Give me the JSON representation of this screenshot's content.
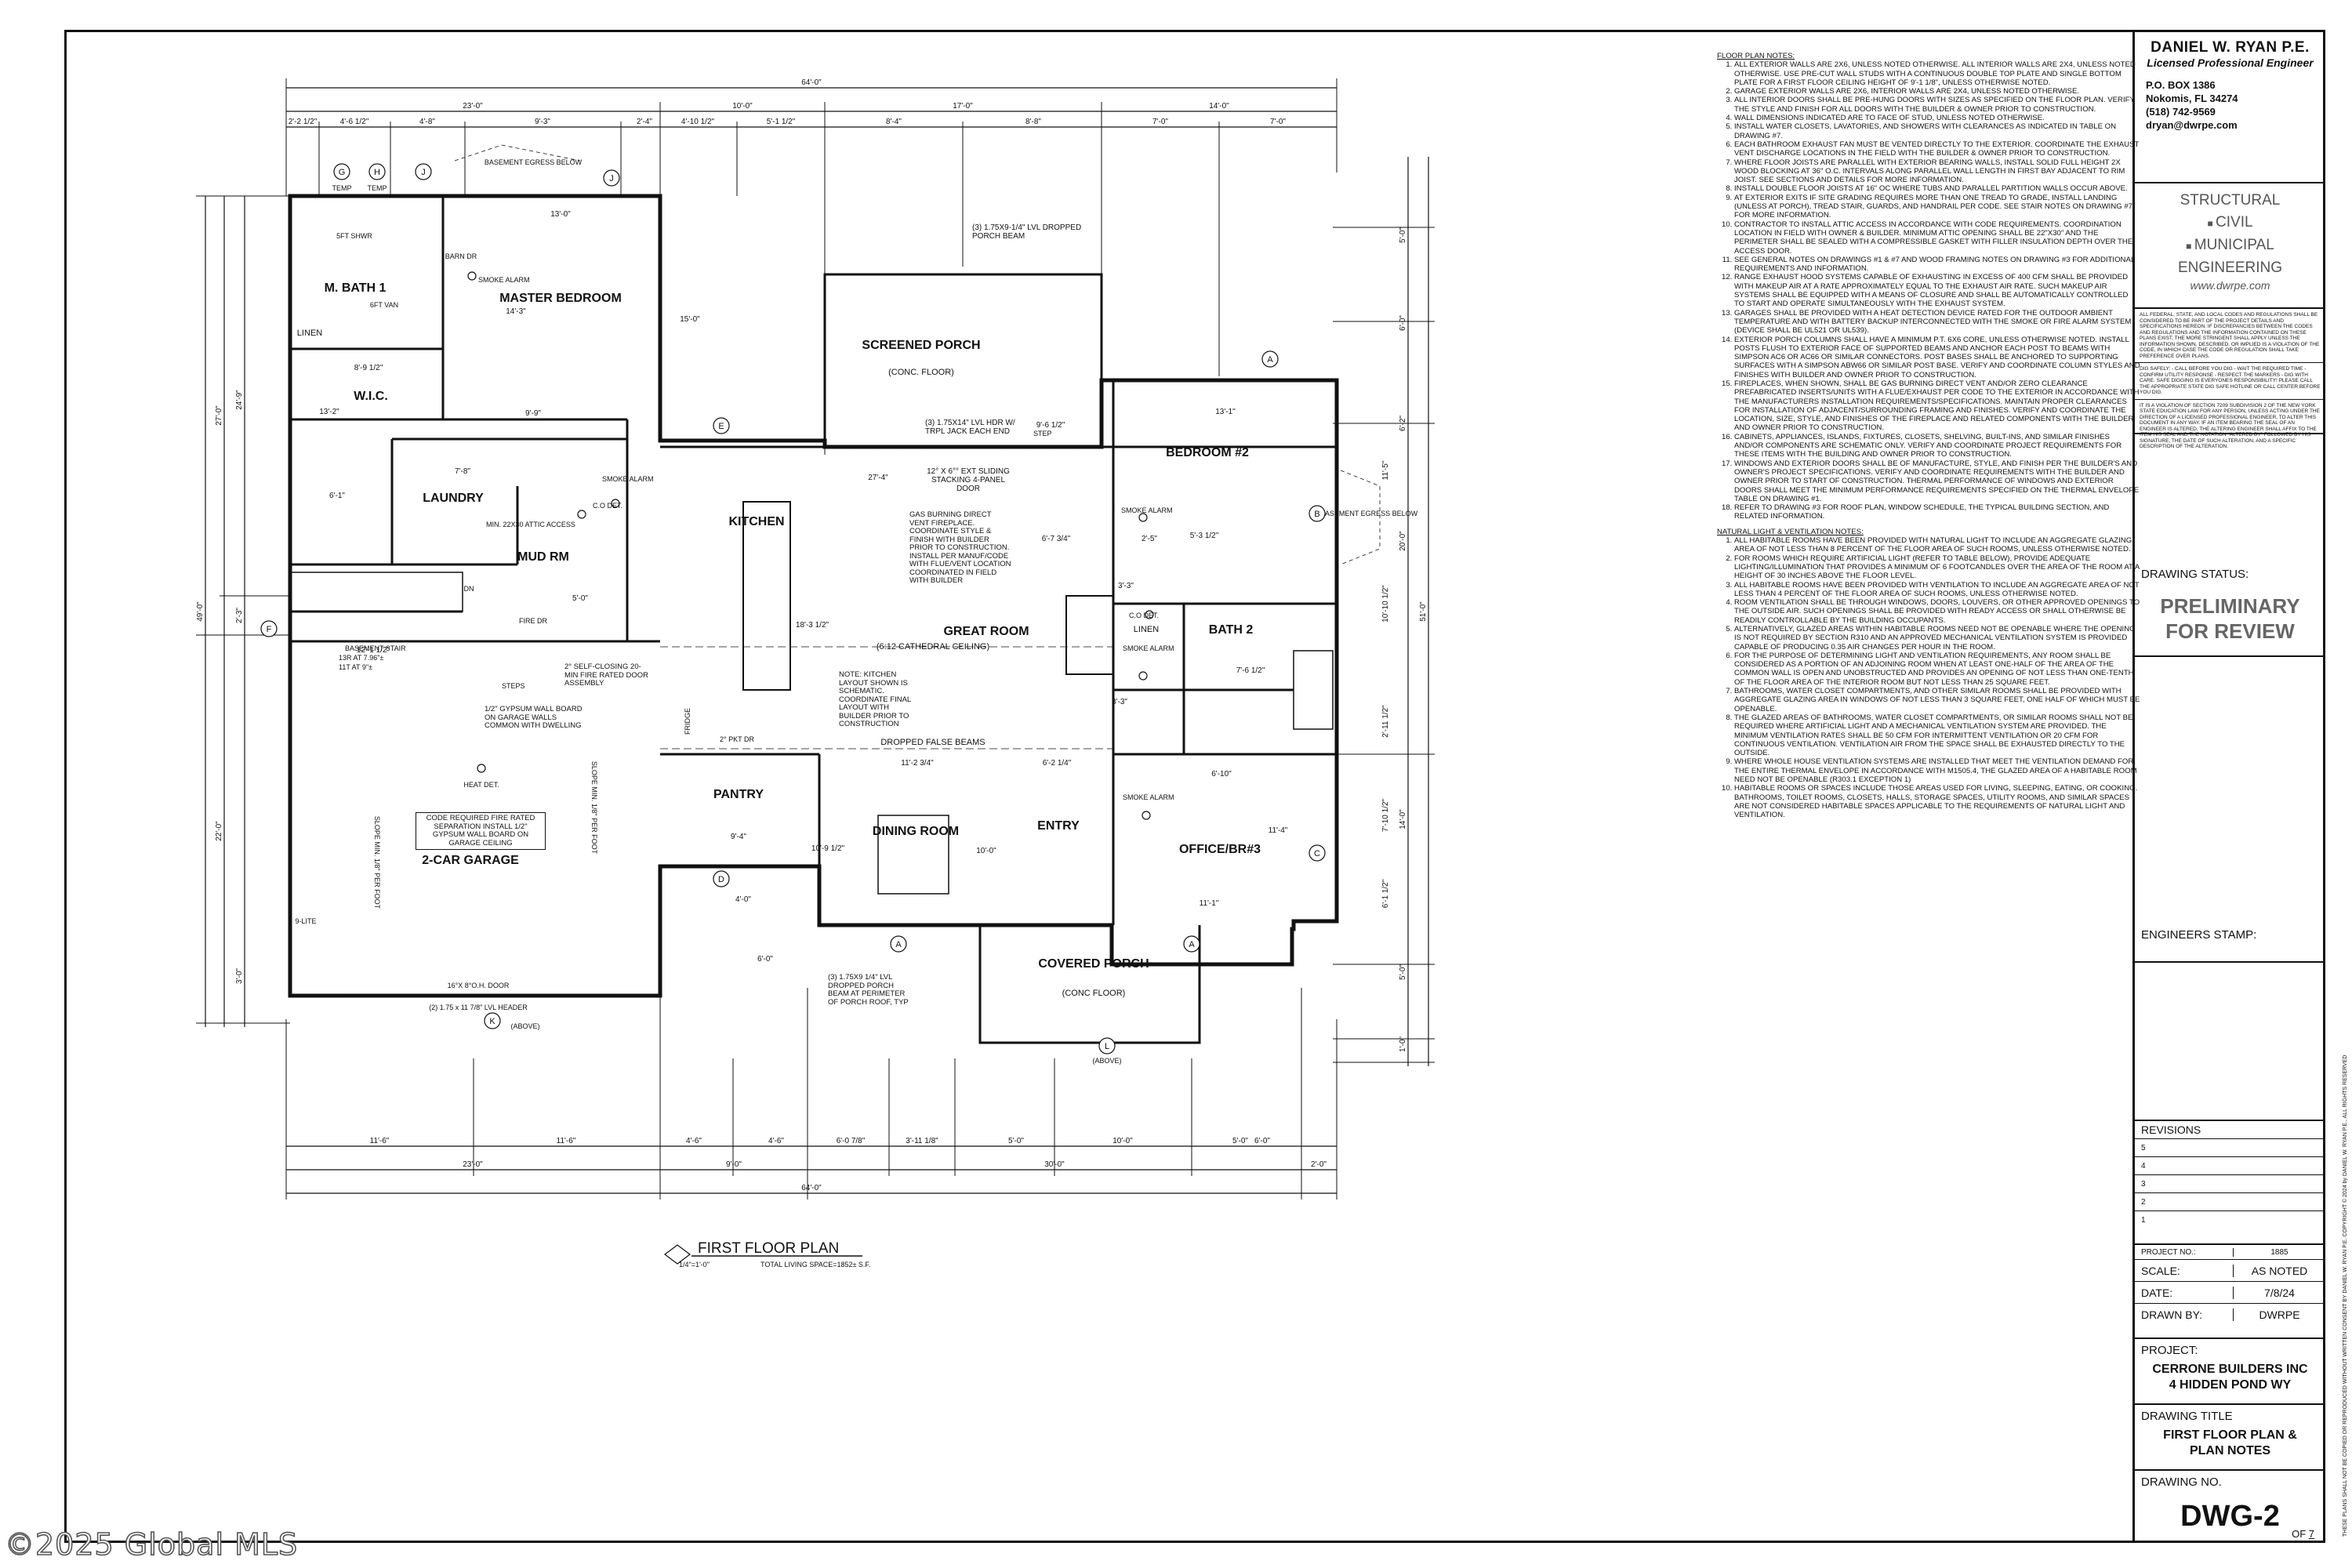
{
  "plan": {
    "rooms": {
      "master_bath": "M. BATH 1",
      "master_bedroom": "MASTER BEDROOM",
      "wic": "W.I.C.",
      "laundry": "LAUNDRY",
      "mud_room": "MUD RM",
      "kitchen": "KITCHEN",
      "great_room": "GREAT ROOM",
      "screened_porch": "SCREENED PORCH",
      "bedroom2": "BEDROOM #2",
      "bath2": "BATH 2",
      "office": "OFFICE/BR#3",
      "pantry": "PANTRY",
      "dining": "DINING ROOM",
      "entry": "ENTRY",
      "garage": "2-CAR GARAGE",
      "covered_porch": "COVERED PORCH",
      "linen1": "LINEN",
      "linen2": "LINEN"
    },
    "labels": {
      "conc_floor1": "(CONC. FLOOR)",
      "conc_floor2": "(CONC FLOOR)",
      "cathedral": "(6:12 CATHEDRAL CEILING)",
      "false_beams": "DROPPED FALSE BEAMS",
      "sliding_door": "12° X 6°° EXT SLIDING STACKING 4-PANEL DOOR",
      "porch_beam": "(3) 1.75X9-1/4\" LVL DROPPED PORCH BEAM",
      "hdr": "(3) 1.75X14\" LVL HDR W/ TRPL JACK EACH END",
      "fireplace": "GAS BURNING DIRECT VENT FIREPLACE. COORDINATE STYLE & FINISH WITH BUILDER PRIOR TO CONSTRUCTION. INSTALL PER MANUF/CODE WITH FLUE/VENT LOCATION COORDINATED IN FIELD WITH BUILDER",
      "kitchen_note": "NOTE: KITCHEN LAYOUT SHOWN IS SCHEMATIC. COORDINATE FINAL LAYOUT WITH BUILDER PRIOR TO CONSTRUCTION",
      "fire_sep": "CODE REQUIRED FIRE RATED SEPARATION INSTALL 1/2\" GYPSUM WALL BOARD ON GARAGE CEILING",
      "gypsum": "1/2\" GYPSUM WALL BOARD ON GARAGE WALLS COMMON WITH DWELLING",
      "self_closing": "2° SELF-CLOSING 20-MIN FIRE RATED DOOR ASSEMBLY",
      "basement_stair": "BASEMENT STAIR",
      "stair_spec1": "13R AT 7.96\"±",
      "stair_spec2": "11T AT 9\"±",
      "slope": "SLOPE MIN. 1/8\" PER FOOT",
      "oh_door": "16°X 8°O.H. DOOR",
      "lvl_header": "(2) 1.75 x 11 7/8\" LVL HEADER",
      "porch_beam2": "(3) 1.75X9 1/4\" LVL DROPPED PORCH BEAM AT PERIMETER OF PORCH ROOF, TYP",
      "attic": "MIN. 22X30 ATTIC ACCESS",
      "basement_egress": "BASEMENT EGRESS BELOW",
      "smoke": "SMOKE ALARM",
      "co": "C.O DET.",
      "heat_det": "HEAT DET.",
      "fridge": "FRIDGE",
      "pkt_dr": "2° PKT DR",
      "fire_dr": "FIRE DR",
      "barn_dr": "BARN DR",
      "sft_shwr": "5FT SHWR",
      "six_ft_van": "6FT VAN",
      "above": "(ABOVE)",
      "step": "STEP",
      "steps": "STEPS",
      "lite": "9-LITE",
      "dn": "DN"
    },
    "dims": {
      "top_overall": "64'-0\"",
      "bottom_overall": "64'-0\"",
      "top_row": [
        "23'-0\"",
        "10'-0\"",
        "17'-0\"",
        "14'-0\""
      ],
      "top_detail": [
        "2'-2 1/2\"",
        "4'-6 1/2\"",
        "4'-8\"",
        "9'-3\"",
        "2'-4\"",
        "4'-10 1/2\"",
        "5'-1 1/2\"",
        "8'-4\"",
        "8'-8\"",
        "7'-0\"",
        "7'-0\""
      ],
      "bottom_row": [
        "23'-0\"",
        "9'-0\"",
        "30'-0\"",
        "2'-0\""
      ],
      "bottom_detail": [
        "11'-6\"",
        "11'-6\"",
        "4'-6\"",
        "4'-6\"",
        "6'-0 7/8\"",
        "3'-11 1/8\"",
        "5'-0\"",
        "10'-0\"",
        "5'-0\"",
        "6'-0\""
      ],
      "left_overall": "49'-0\"",
      "left_row": [
        "27'-0\"",
        "22'-0\""
      ],
      "left_detail": [
        "24'-9\"",
        "2'-3\"",
        "3'-0\""
      ],
      "right_overall": "51'-0\"",
      "right_row": [
        "5'-0\"",
        "6'-0\"",
        "6'-2\"",
        "20'-0\"",
        "14'-0\"",
        "5'-0\"",
        "1'-0\""
      ],
      "right_detail": [
        "11'-5\"",
        "10'-10 1/2\"",
        "2'-11 1/2\"",
        "7'-10 1/2\"",
        "6'-1 1/2\""
      ],
      "interior": [
        "13'-0\"",
        "13'-1\"",
        "27'-4\"",
        "18'-3 1/2\"",
        "11'-2 3/4\"",
        "6'-2 1/4\"",
        "10'-9 1/2\"",
        "11'-1\"",
        "9'-4\"",
        "12'-1 1/2\"",
        "14'-3\"",
        "8'-9 1/2\"",
        "13'-2\"",
        "6'-1\"",
        "7'-8\"",
        "5'-0\"",
        "9'-9\"",
        "5'-3 1/2\"",
        "6'-10\"",
        "7'-6 1/2\"",
        "9'-6 1/2\"",
        "10'-0\"",
        "11'-4\"",
        "15'-0\"",
        "6'-7 3/4\"",
        "2'-5\"",
        "3'-3\"",
        "4'-0\"",
        "6'-0\"",
        "8'-3\""
      ],
      "marker_letters": [
        "G",
        "H",
        "J",
        "J",
        "E",
        "A",
        "B",
        "C",
        "F",
        "D",
        "A",
        "A",
        "K",
        "L"
      ],
      "marker_temp": "TEMP",
      "first_floor": "FIRST FLOOR PLAN",
      "scale": "1/4\"=1'-0\"",
      "living_space": "TOTAL LIVING SPACE=1852± S.F."
    }
  },
  "notes": {
    "floor_title": "FLOOR PLAN NOTES:",
    "floor": [
      "ALL EXTERIOR WALLS ARE 2X6, UNLESS NOTED OTHERWISE. ALL INTERIOR WALLS ARE 2X4, UNLESS NOTED OTHERWISE. USE PRE-CUT WALL STUDS WITH A CONTINUOUS DOUBLE TOP PLATE AND SINGLE BOTTOM PLATE FOR A FIRST FLOOR CEILING HEIGHT OF 9'-1 1/8\", UNLESS OTHERWISE NOTED.",
      "GARAGE EXTERIOR WALLS ARE 2X6, INTERIOR WALLS ARE 2X4, UNLESS NOTED OTHERWISE.",
      "ALL INTERIOR DOORS SHALL BE PRE-HUNG DOORS WITH SIZES AS SPECIFIED ON THE FLOOR PLAN. VERIFY THE STYLE AND FINISH FOR ALL DOORS WITH THE BUILDER & OWNER PRIOR TO CONSTRUCTION.",
      "WALL DIMENSIONS INDICATED ARE TO FACE OF STUD, UNLESS NOTED OTHERWISE.",
      "INSTALL WATER CLOSETS, LAVATORIES, AND SHOWERS WITH CLEARANCES AS INDICATED IN TABLE ON DRAWING #7.",
      "EACH BATHROOM EXHAUST FAN MUST BE VENTED DIRECTLY TO THE EXTERIOR. COORDINATE THE EXHAUST VENT DISCHARGE LOCATIONS IN THE FIELD WITH THE BUILDER & OWNER PRIOR TO CONSTRUCTION.",
      "WHERE FLOOR JOISTS ARE PARALLEL WITH EXTERIOR BEARING WALLS, INSTALL SOLID FULL HEIGHT 2X WOOD BLOCKING AT 36\" O.C. INTERVALS ALONG PARALLEL WALL LENGTH IN FIRST BAY ADJACENT TO RIM JOIST. SEE SECTIONS AND DETAILS FOR MORE INFORMATION.",
      "INSTALL DOUBLE FLOOR JOISTS AT 16\" OC WHERE TUBS AND PARALLEL PARTITION WALLS OCCUR ABOVE.",
      "AT EXTERIOR EXITS IF SITE GRADING REQUIRES MORE THAN ONE TREAD TO GRADE, INSTALL LANDING (UNLESS AT PORCH), TREAD STAIR, GUARDS, AND HANDRAIL PER CODE. SEE STAIR NOTES ON DRAWING #7 FOR MORE INFORMATION.",
      "CONTRACTOR TO INSTALL ATTIC ACCESS IN ACCORDANCE WITH CODE REQUIREMENTS. COORDINATION LOCATION IN FIELD WITH OWNER & BUILDER. MINIMUM ATTIC OPENING SHALL BE 22\"X30\" AND THE PERIMETER SHALL BE SEALED WITH A COMPRESSIBLE GASKET WITH FILLER INSULATION DEPTH OVER THE ACCESS DOOR.",
      "SEE GENERAL NOTES ON DRAWINGS #1 & #7 AND WOOD FRAMING NOTES ON DRAWING #3 FOR ADDITIONAL REQUIREMENTS AND INFORMATION.",
      "RANGE EXHAUST HOOD SYSTEMS CAPABLE OF EXHAUSTING IN EXCESS OF 400 CFM SHALL BE PROVIDED WITH MAKEUP AIR AT A RATE APPROXIMATELY EQUAL TO THE EXHAUST AIR RATE. SUCH MAKEUP AIR SYSTEMS SHALL BE EQUIPPED WITH A MEANS OF CLOSURE AND SHALL BE AUTOMATICALLY CONTROLLED TO START AND OPERATE SIMULTANEOUSLY WITH THE EXHAUST SYSTEM.",
      "GARAGES SHALL BE PROVIDED WITH A HEAT DETECTION DEVICE RATED FOR THE OUTDOOR AMBIENT TEMPERATURE AND WITH BATTERY BACKUP INTERCONNECTED WITH THE SMOKE OR FIRE ALARM SYSTEM (DEVICE SHALL BE UL521 OR UL539).",
      "EXTERIOR PORCH COLUMNS SHALL HAVE A MINIMUM P.T. 6X6 CORE, UNLESS OTHERWISE NOTED. INSTALL POSTS FLUSH TO EXTERIOR FACE OF SUPPORTED BEAMS AND ANCHOR EACH POST TO BEAMS WITH SIMPSON AC6 OR AC66 OR SIMILAR CONNECTORS. POST BASES SHALL BE ANCHORED TO SUPPORTING SURFACES WITH A SIMPSON ABW66 OR SIMILAR POST BASE. VERIFY AND COORDINATE COLUMN STYLES AND FINISHES WITH BUILDER AND OWNER PRIOR TO CONSTRUCTION.",
      "FIREPLACES, WHEN SHOWN, SHALL BE GAS BURNING DIRECT VENT AND/OR ZERO CLEARANCE PREFABRICATED INSERTS/UNITS WITH A FLUE/EXHAUST PER CODE TO THE EXTERIOR IN ACCORDANCE WITH THE MANUFACTURERS INSTALLATION REQUIREMENTS/SPECIFICATIONS. MAINTAIN PROPER CLEARANCES FOR INSTALLATION OF ADJACENT/SURROUNDING FRAMING AND FINISHES. VERIFY AND COORDINATE THE LOCATION, SIZE, STYLE, AND FINISHES OF THE FIREPLACE AND RELATED COMPONENTS WITH THE BUILDER AND OWNER PRIOR TO CONSTRUCTION.",
      "CABINETS, APPLIANCES, ISLANDS, FIXTURES, CLOSETS, SHELVING, BUILT-INS, AND SIMILAR FINISHES AND/OR COMPONENTS ARE SCHEMATIC ONLY. VERIFY AND COORDINATE PROJECT REQUIREMENTS FOR THESE ITEMS WITH THE BUILDING AND OWNER PRIOR TO CONSTRUCTION.",
      "WINDOWS AND EXTERIOR DOORS SHALL BE OF MANUFACTURE, STYLE, AND FINISH PER THE BUILDER'S AND OWNER'S PROJECT SPECIFICATIONS. VERIFY AND COORDINATE REQUIREMENTS WITH THE BUILDER AND OWNER PRIOR TO START OF CONSTRUCTION. THERMAL PERFORMANCE OF WINDOWS AND EXTERIOR DOORS SHALL MEET THE MINIMUM PERFORMANCE REQUIREMENTS SPECIFIED ON THE THERMAL ENVELOPE TABLE ON DRAWING #1.",
      "REFER TO DRAWING #3 FOR ROOF PLAN, WINDOW SCHEDULE, THE TYPICAL BUILDING SECTION, AND RELATED INFORMATION."
    ],
    "light_title": "NATURAL LIGHT & VENTILATION NOTES:",
    "light": [
      "ALL HABITABLE ROOMS HAVE BEEN PROVIDED WITH NATURAL LIGHT TO INCLUDE AN AGGREGATE GLAZING AREA OF NOT LESS THAN 8 PERCENT OF THE FLOOR AREA OF SUCH ROOMS, UNLESS OTHERWISE NOTED.",
      "FOR ROOMS WHICH REQUIRE ARTIFICIAL LIGHT (REFER TO TABLE BELOW), PROVIDE ADEQUATE LIGHTING/ILLUMINATION THAT PROVIDES A MINIMUM OF 6 FOOTCANDLES OVER THE AREA OF THE ROOM AT A HEIGHT OF 30 INCHES ABOVE THE FLOOR LEVEL.",
      "ALL HABITABLE ROOMS HAVE BEEN PROVIDED WITH VENTILATION TO INCLUDE AN AGGREGATE AREA OF NOT LESS THAN 4 PERCENT OF THE FLOOR AREA OF SUCH ROOMS, UNLESS OTHERWISE NOTED.",
      "ROOM VENTILATION SHALL BE THROUGH WINDOWS, DOORS, LOUVERS, OR OTHER APPROVED OPENINGS TO THE OUTSIDE AIR. SUCH OPENINGS SHALL BE PROVIDED WITH READY ACCESS OR SHALL OTHERWISE BE READILY CONTROLLABLE BY THE BUILDING OCCUPANTS.",
      "ALTERNATIVELY, GLAZED AREAS WITHIN HABITABLE ROOMS NEED NOT BE OPENABLE WHERE THE OPENING IS NOT REQUIRED BY SECTION R310 AND AN APPROVED MECHANICAL VENTILATION SYSTEM IS PROVIDED CAPABLE OF PRODUCING 0.35 AIR CHANGES PER HOUR IN THE ROOM.",
      "FOR THE PURPOSE OF DETERMINING LIGHT AND VENTILATION REQUIREMENTS, ANY ROOM SHALL BE CONSIDERED AS A PORTION OF AN ADJOINING ROOM WHEN AT LEAST ONE-HALF OF THE AREA OF THE COMMON WALL IS OPEN AND UNOBSTRUCTED AND PROVIDES AN OPENING OF NOT LESS THAN ONE-TENTH OF THE FLOOR AREA OF THE INTERIOR ROOM BUT NOT LESS THAN 25 SQUARE FEET.",
      "BATHROOMS, WATER CLOSET COMPARTMENTS, AND OTHER SIMILAR ROOMS SHALL BE PROVIDED WITH AGGREGATE GLAZING AREA IN WINDOWS OF NOT LESS THAN 3 SQUARE FEET, ONE HALF OF WHICH MUST BE OPENABLE.",
      "THE GLAZED AREAS OF BATHROOMS, WATER CLOSET COMPARTMENTS, OR SIMILAR ROOMS SHALL NOT BE REQUIRED WHERE ARTIFICIAL LIGHT AND A MECHANICAL VENTILATION SYSTEM ARE PROVIDED. THE MINIMUM VENTILATION RATES SHALL BE 50 CFM FOR INTERMITTENT VENTILATION OR 20 CFM FOR CONTINUOUS VENTILATION. VENTILATION AIR FROM THE SPACE SHALL BE EXHAUSTED DIRECTLY TO THE OUTSIDE.",
      "WHERE WHOLE HOUSE VENTILATION SYSTEMS ARE INSTALLED THAT MEET THE VENTILATION DEMAND FOR THE ENTIRE THERMAL ENVELOPE IN ACCORDANCE WITH M1505.4, THE GLAZED AREA OF A HABITABLE ROOM NEED NOT BE OPENABLE (R303.1 EXCEPTION 1)",
      "HABITABLE ROOMS OR SPACES INCLUDE THOSE AREAS USED FOR LIVING, SLEEPING, EATING, OR COOKING. BATHROOMS, TOILET ROOMS, CLOSETS, HALLS, STORAGE SPACES, UTILITY ROOMS, AND SIMILAR SPACES ARE NOT CONSIDERED HABITABLE SPACES APPLICABLE TO THE REQUIREMENTS OF NATURAL LIGHT AND VENTILATION."
    ]
  },
  "title_block": {
    "name": "DANIEL W. RYAN P.E.",
    "license": "Licensed Professional Engineer",
    "address": [
      "P.O. BOX 1386",
      "Nokomis, FL 34274",
      "(518) 742-9569",
      "dryan@dwrpe.com"
    ],
    "firm": [
      "STRUCTURAL",
      "CIVIL",
      "MUNICIPAL",
      "ENGINEERING",
      "www.dwrpe.com"
    ],
    "legal1": "ALL FEDERAL, STATE, AND LOCAL CODES AND REGULATIONS SHALL BE CONSIDERED TO BE PART OF THE PROJECT DETAILS AND SPECIFICATIONS HEREON. IF DISCREPANCIES BETWEEN THE CODES AND REGULATIONS AND THE INFORMATION CONTAINED ON THESE PLANS EXIST, THE MORE STRINGENT SHALL APPLY UNLESS THE INFORMATION SHOWN, DESCRIBED, OR IMPLIED IS A VIOLATION OF THE CODE, IN WHICH CASE THE CODE OR REGULATION SHALL TAKE PREFERENCE OVER PLANS.",
    "legal2": "DIG SAFELY: - CALL BEFORE YOU DIG - WAIT THE REQUIRED TIME - CONFIRM UTILITY RESPONSE - RESPECT THE MARKERS - DIG WITH CARE. SAFE DIGGING IS EVERYONES RESPONSIBILITY! PLEASE CALL THE APPROPRIATE STATE DIG SAFE HOTLINE OR CALL CENTER BEFORE YOU DIG.",
    "legal3": "IT IS A VIOLATION OF SECTION 7209 SUBDIVISION 2 OF THE NEW YORK STATE EDUCATION LAW FOR ANY PERSON, UNLESS ACTING UNDER THE DIRECTION OF A LICENSED PROFESSIONAL ENGINEER, TO ALTER THIS DOCUMENT IN ANY WAY. IF AN ITEM BEARING THE SEAL OF AN ENGINEER IS ALTERED, THE ALTERING ENGINEER SHALL AFFIX TO THE ITEM HIS SEAL AND THE NOTATION \"ALTERED BY\" FOLLOWED BY HIS SIGNATURE, THE DATE OF SUCH ALTERATION, AND A SPECIFIC DESCRIPTION OF THE ALTERATION.",
    "status_label": "DRAWING STATUS:",
    "status": [
      "PRELIMINARY",
      "FOR REVIEW"
    ],
    "stamp_label": "ENGINEERS STAMP:",
    "revisions_label": "REVISIONS",
    "revisions": [
      "5",
      "4",
      "3",
      "2",
      "1"
    ],
    "project_no_label": "PROJECT NO.:",
    "project_no": "1885",
    "scale_label": "SCALE:",
    "scale": "AS NOTED",
    "date_label": "DATE:",
    "date": "7/8/24",
    "drawn_label": "DRAWN BY:",
    "drawn": "DWRPE",
    "project_label": "PROJECT:",
    "project": [
      "CERRONE BUILDERS INC",
      "4 HIDDEN POND WY"
    ],
    "title_label": "DRAWING TITLE",
    "title": [
      "FIRST FLOOR PLAN &",
      "PLAN NOTES"
    ],
    "dwg_label": "DRAWING NO.",
    "dwg": "DWG-2",
    "of": "OF",
    "of_total": "7",
    "side_note": "THESE PLANS SHALL NOT BE COPIED OR REPRODUCED WITHOUT WRITTEN CONSENT BY DANIEL W. RYAN P.E. COPYRIGHT © 2024 by DANIEL W. RYAN P.E., ALL RIGHTS RESERVED"
  },
  "watermark": "©2025 Global MLS"
}
